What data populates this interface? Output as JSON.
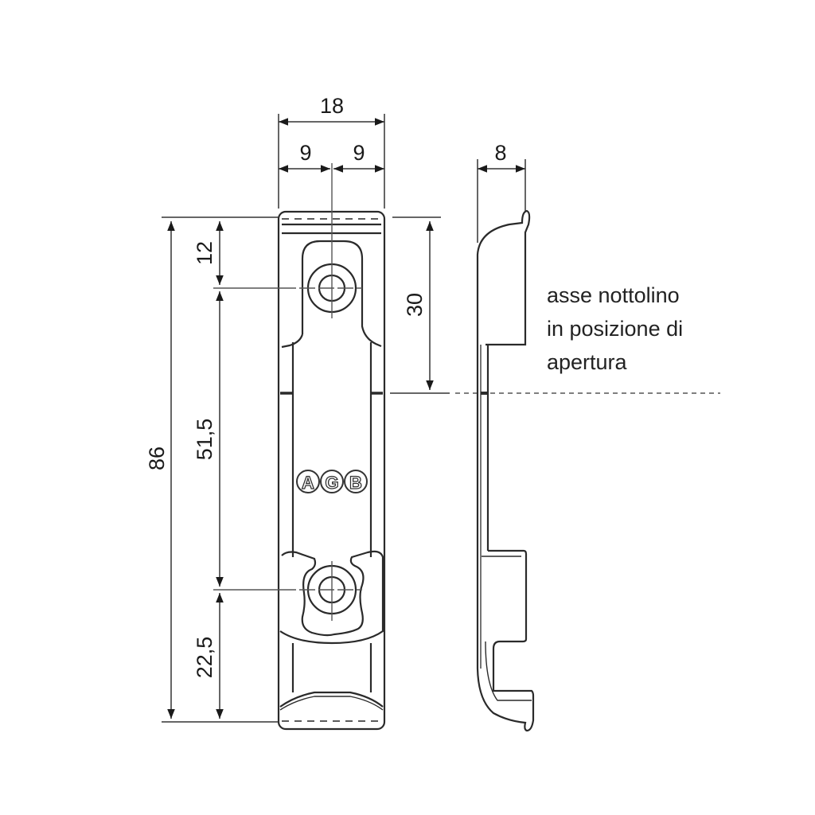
{
  "drawing": {
    "subject": "AGB hardware part – front and side technical views",
    "logo_letters": [
      "A",
      "G",
      "B"
    ],
    "units": "mm"
  },
  "dimensions": {
    "width_total": "18",
    "half_left": "9",
    "half_right": "9",
    "side_depth": "8",
    "height_total": "86",
    "top_to_first_hole": "12",
    "hole_to_hole": "51,5",
    "bottom_hole_to_base": "22,5",
    "top_to_axis": "30"
  },
  "annotation": {
    "lines": [
      "asse nottolino",
      "in posizione di",
      "apertura"
    ]
  },
  "colors": {
    "line": "#2a2a2a",
    "thin_line": "#555555",
    "background": "#ffffff"
  }
}
